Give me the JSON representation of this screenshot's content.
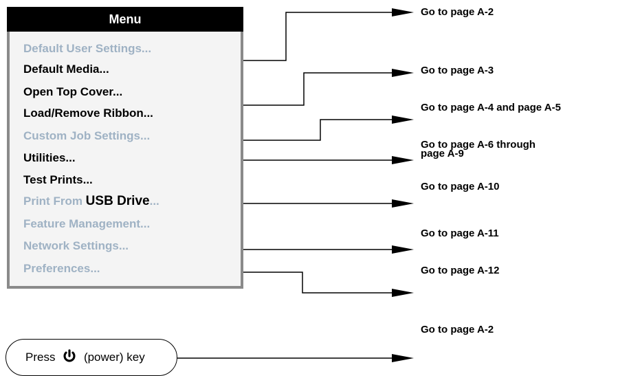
{
  "menu": {
    "title": "Menu",
    "items": [
      {
        "label": "Default User Settings...",
        "state": "inactive"
      },
      {
        "label": "Default Media...",
        "state": "active"
      },
      {
        "label": "Open Top Cover...",
        "state": "active"
      },
      {
        "label": "Load/Remove Ribbon...",
        "state": "active"
      },
      {
        "label": "Custom Job Settings...",
        "state": "inactive"
      },
      {
        "label": "Utilities...",
        "state": "active"
      },
      {
        "label": "Test Prints...",
        "state": "active"
      },
      {
        "label_prefix": "Print From ",
        "label_strong": "USB Drive",
        "label_suffix": "...",
        "state": "inactive"
      },
      {
        "label": "Feature Management...",
        "state": "inactive"
      },
      {
        "label": "Network Settings...",
        "state": "inactive"
      },
      {
        "label": "Preferences...",
        "state": "inactive"
      }
    ]
  },
  "destinations": [
    {
      "text": "Go to page A-2"
    },
    {
      "text": "Go to page A-3"
    },
    {
      "text": "Go to page A-4 and page A-5"
    },
    {
      "line1": "Go to page A-6 through",
      "line2": "page A-9"
    },
    {
      "text": "Go to page A-10"
    },
    {
      "text": "Go to page A-11"
    },
    {
      "text": "Go to page A-12"
    },
    {
      "text": "Go to page A-2"
    }
  ],
  "power": {
    "prefix": "Press",
    "suffix": "(power) key",
    "icon": "power-icon"
  },
  "colors": {
    "active_text": "#000000",
    "inactive_text": "#9fb2c4",
    "menu_header_bg": "#000000",
    "menu_frame": "#8a8a8a"
  }
}
